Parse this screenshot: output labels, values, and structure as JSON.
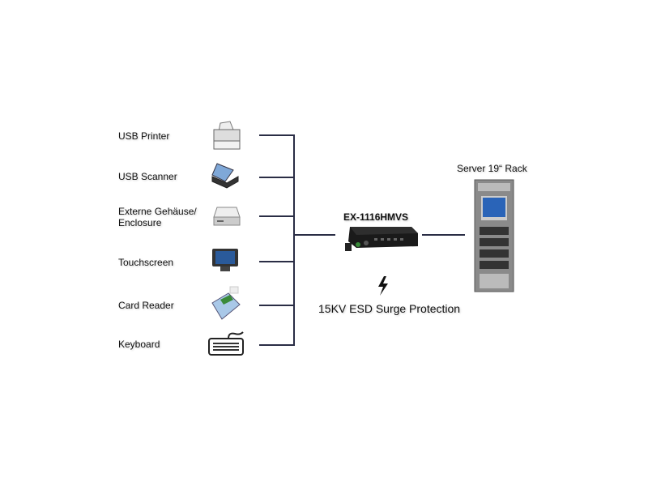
{
  "devices": [
    {
      "label": "USB Printer",
      "icon": "printer-icon"
    },
    {
      "label": "USB Scanner",
      "icon": "scanner-icon"
    },
    {
      "label": "Externe Gehäuse/",
      "label2": "Enclosure",
      "icon": "hard-drive-enclosure-icon"
    },
    {
      "label": "Touchscreen",
      "icon": "touchscreen-icon"
    },
    {
      "label": "Card Reader",
      "icon": "card-reader-icon"
    },
    {
      "label": "Keyboard",
      "icon": "keyboard-icon"
    }
  ],
  "hub": {
    "label": "EX-1116HMVS"
  },
  "server": {
    "label": "Server 19“ Rack"
  },
  "protection": {
    "label": "15KV ESD Surge Protection",
    "icon": "lightning-bolt-icon"
  },
  "colors": {
    "line": "#2a2d45",
    "text": "#111111"
  }
}
